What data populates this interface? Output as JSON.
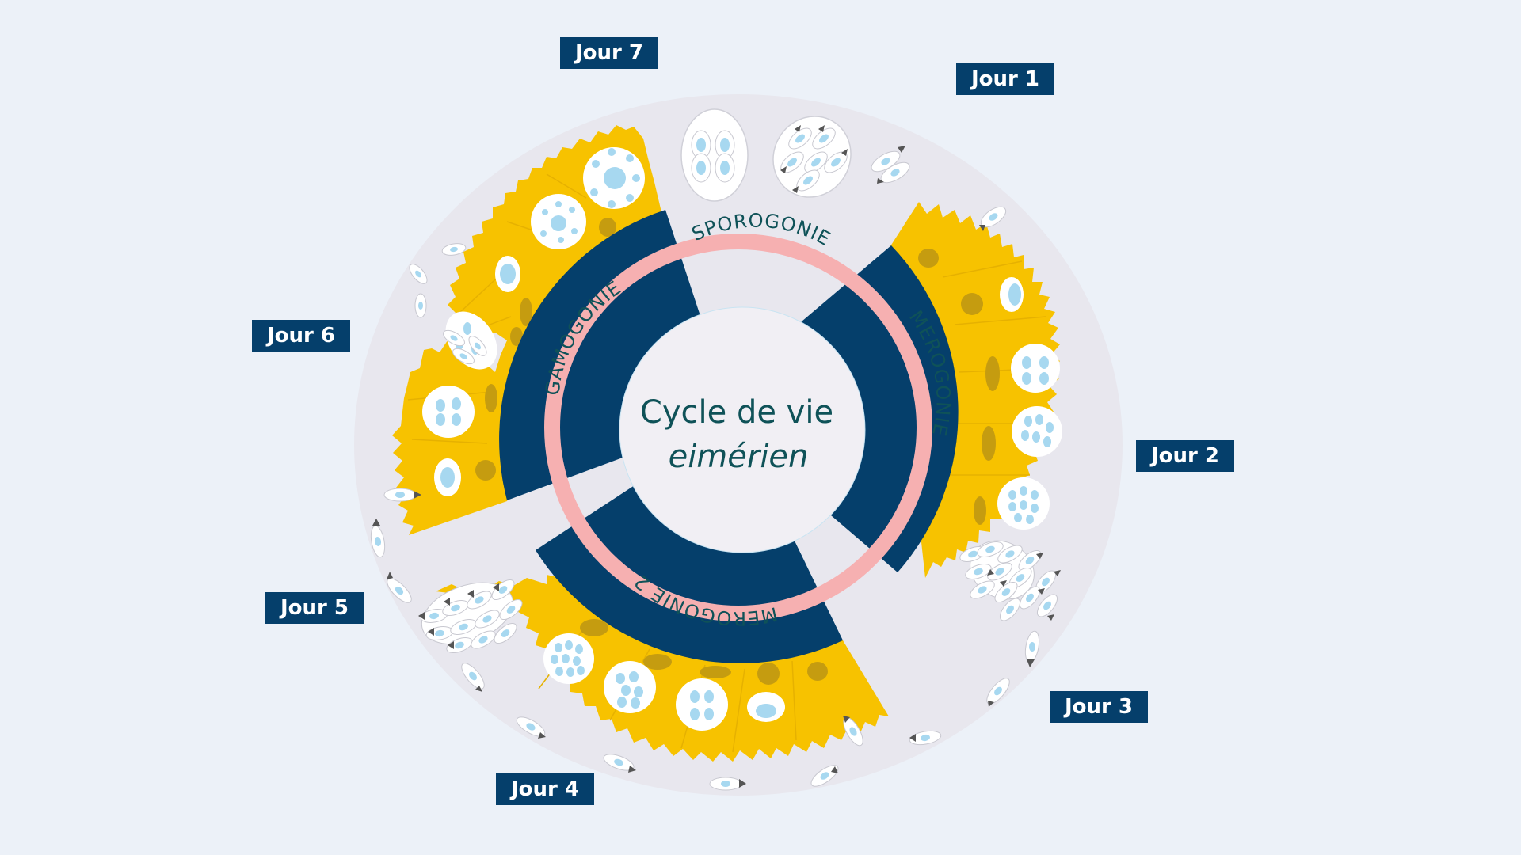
{
  "center": {
    "line1": "Cycle de vie",
    "line2": "eimérien"
  },
  "phases": {
    "sporogonie": "SPOROGONIE",
    "merogonie": "MEROGONIE",
    "merogonie2": "MEROGONIE 2",
    "gamogonie": "GAMOGONIE"
  },
  "days": {
    "jour1": "Jour 1",
    "jour2": "Jour 2",
    "jour3": "Jour 3",
    "jour4": "Jour 4",
    "jour5": "Jour 5",
    "jour6": "Jour 6",
    "jour7": "Jour 7"
  },
  "colors": {
    "background": "#ecf1f8",
    "outer_disc": "#e8e7ee",
    "epithelium": "#f7c200",
    "phase_band": "#053f6b",
    "ring": "#f6b0b1",
    "center_disc": "#f1eff4",
    "text_teal": "#0f5258",
    "parasite": "#a7d8f0",
    "label_bg": "#053f6b",
    "label_text": "#ffffff"
  }
}
